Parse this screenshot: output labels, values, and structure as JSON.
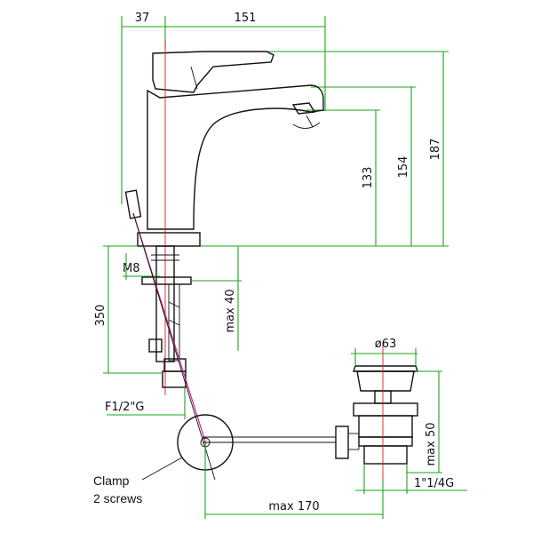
{
  "dimensions": {
    "offset_37": "37",
    "width_151": "151",
    "height_187": "187",
    "height_154": "154",
    "height_133": "133",
    "max_40": "max 40",
    "length_350": "350",
    "thread_m8": "M8",
    "connection_f12": "F1/2\"G",
    "diameter_63": "ø63",
    "max_50": "max 50",
    "waste_thread": "1\"1/4G",
    "max_170": "max 170"
  },
  "notes": {
    "clamp_line1": "Clamp",
    "clamp_line2": "2 screws"
  },
  "colors": {
    "outline": "#111111",
    "dimension_lines": "#1aa51a",
    "center_lines": "#d42020",
    "rod": "#cc1f8a"
  }
}
